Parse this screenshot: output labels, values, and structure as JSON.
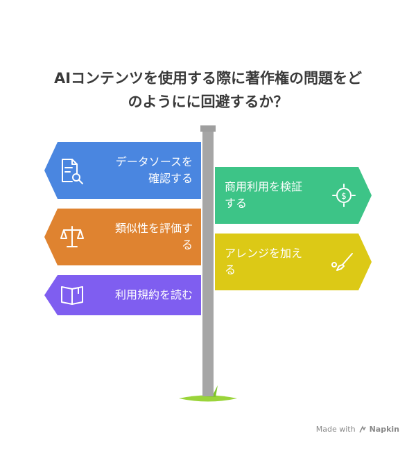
{
  "title": {
    "line1": "AIコンテンツを使用する際に著作権の問題をど",
    "line2": "のようにに回避するか？"
  },
  "signs": [
    {
      "side": "left",
      "lines": [
        "データソースを",
        "確認する"
      ],
      "icon": "document-search-icon",
      "color": "#4a86e0"
    },
    {
      "side": "right",
      "lines": [
        "商用利用を検証",
        "する"
      ],
      "icon": "dollar-target-icon",
      "color": "#3dc487"
    },
    {
      "side": "left",
      "lines": [
        "類似性を評価す",
        "る"
      ],
      "icon": "scales-icon",
      "color": "#df8330"
    },
    {
      "side": "right",
      "lines": [
        "アレンジを加え",
        "る"
      ],
      "icon": "paintbrush-icon",
      "color": "#dcc916"
    },
    {
      "side": "left",
      "lines": [
        "利用規約を読む"
      ],
      "icon": "book-icon",
      "color": "#7f5ef0"
    }
  ],
  "footer": {
    "made_with": "Made with",
    "brand": "Napkin"
  }
}
